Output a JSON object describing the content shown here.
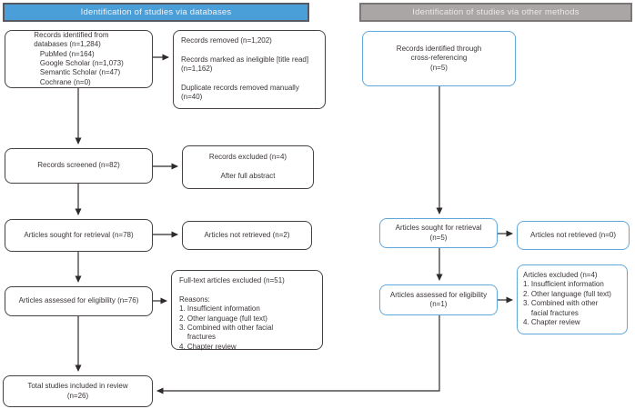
{
  "diagram": {
    "title_left": "Identification of studies via databases",
    "title_right": "Identification of studies via other methods"
  },
  "database_flow": {
    "identified": "Records identified from\ndatabases (n=1,284)\n   PubMed (n=164)\n   Google Scholar (n=1,073)\n   Semantic Scholar (n=47)\n   Cochrane (n=0)",
    "removed": "Records removed (n=1,202)\n\nRecords marked as ineligible [title read]\n(n=1,162)\n\nDuplicate records removed manually\n(n=40)",
    "screened": "Records screened (n=82)",
    "excluded": "Records excluded (n=4)\n\nAfter full abstract",
    "sought": "Articles sought for retrieval (n=78)",
    "not_retrieved": "Articles not retrieved (n=2)",
    "assessed": "Articles assessed for eligibility (n=76)",
    "fulltext_excluded": "Full-text articles excluded (n=51)\n\nReasons:\n1. Insufficient information\n2. Other language (full text)\n3. Combined with other facial\n    fractures\n4. Chapter review",
    "total_included": "Total studies included in review\n(n=26)"
  },
  "other_methods_flow": {
    "identified": "Records identified through\ncross-referencing\n(n=5)",
    "sought": "Articles sought for retrieval\n(n=5)",
    "not_retrieved": "Articles not retrieved (n=0)",
    "assessed": "Articles assessed for eligibility\n(n=1)",
    "excluded": "Articles excluded (n=4)\n1. Insufficient information\n2. Other language (full text)\n3. Combined with other\n    facial fractures\n4. Chapter review"
  },
  "colors": {
    "header_databases_bg": "#4a9fd9",
    "header_databases_border": "#565b63",
    "header_other_bg": "#aaa6a6",
    "header_other_border": "#7b7777",
    "box_border_dark": "#474143",
    "box_border_blue": "#5fa8dc",
    "connector": "#2f2a2b",
    "text": "#3a3436",
    "background": "#ffffff"
  }
}
